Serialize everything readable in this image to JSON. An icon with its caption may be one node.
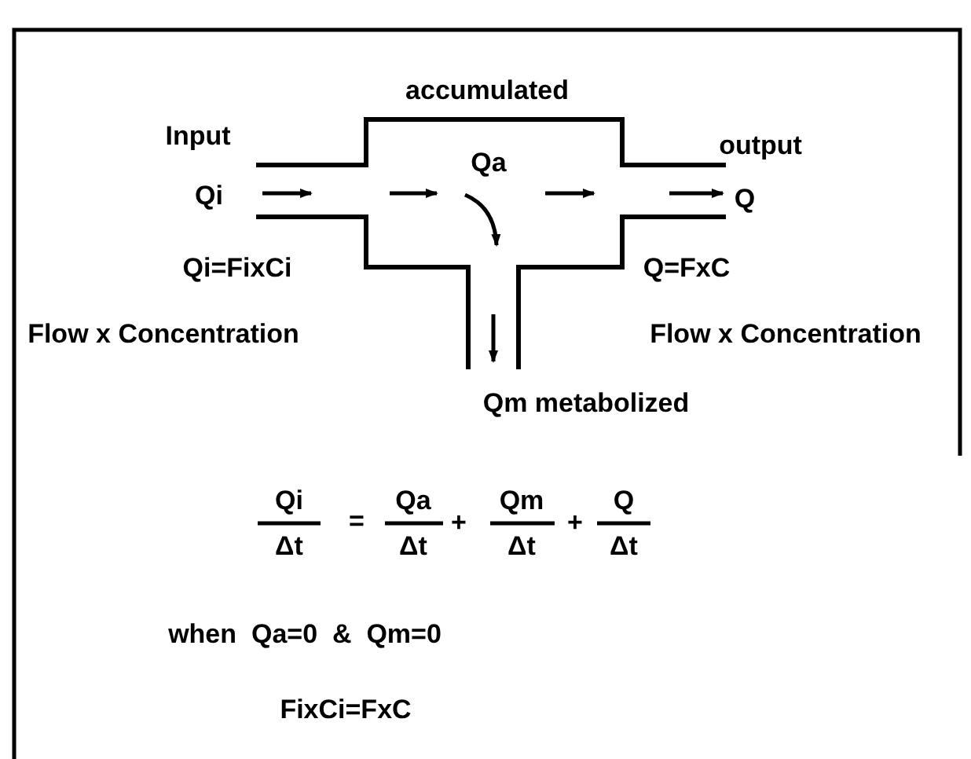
{
  "diagram": {
    "labels": [
      "accumulated",
      "Input",
      "output",
      "Qa",
      "Qi",
      "Q",
      "Qi=FixCi",
      "Q=FxC",
      "Flow x Concentration",
      "Flow x Concentration",
      "Qm metabolized",
      "Qi",
      "=",
      "Qa",
      "+",
      "Qm",
      "+",
      "Q",
      "Δt",
      "Δt",
      "Δt",
      "Δt",
      "when  Qa=0  &  Qm=0",
      "FixCi=FxC"
    ]
  }
}
